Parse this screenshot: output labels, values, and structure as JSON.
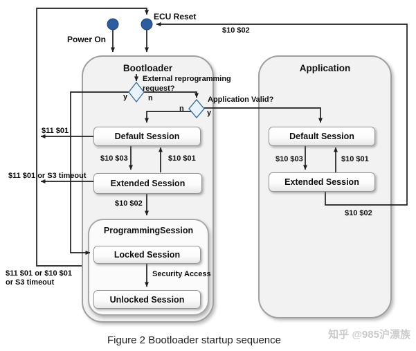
{
  "diagram": {
    "caption": "Figure 2 Bootloader startup sequence",
    "watermark": "知乎 @985沪漂族",
    "colors": {
      "start_node": "#2e5c9e",
      "line": "#1f1f1f",
      "diamond_fill": "#eaf2fb",
      "diamond_stroke": "#41719c"
    },
    "top": {
      "power_on": "Power On",
      "ecu_reset": "ECU Reset",
      "reset_from_app": "$10 $02"
    },
    "bootloader": {
      "title": "Bootloader",
      "decision": {
        "question_line1": "External reprogramming",
        "question_line2": "request?",
        "yes": "y",
        "no": "n"
      },
      "states": {
        "default": "Default Session",
        "extended": "Extended Session"
      },
      "programming": {
        "title": "ProgrammingSession",
        "locked": "Locked Session",
        "unlocked": "Unlocked Session"
      },
      "transitions": {
        "default_to_extended": "$10 $03",
        "extended_to_default": "$10 $01",
        "extended_to_programming": "$10 $02",
        "default_to_reset": "$11 $01",
        "extended_to_reset": "$11 $01 or S3 timeout",
        "programming_to_reset_line1": "$11 $01 or $10 $01",
        "programming_to_reset_line2": "or S3 timeout",
        "locked_to_unlocked": "Security Access"
      }
    },
    "application": {
      "title": "Application",
      "decision": {
        "question": "Application Valid?",
        "yes": "y",
        "no": "n"
      },
      "states": {
        "default": "Default Session",
        "extended": "Extended Session"
      },
      "transitions": {
        "default_to_extended": "$10 $03",
        "extended_to_default": "$10 $01",
        "extended_to_reset": "$10 $02"
      }
    }
  }
}
